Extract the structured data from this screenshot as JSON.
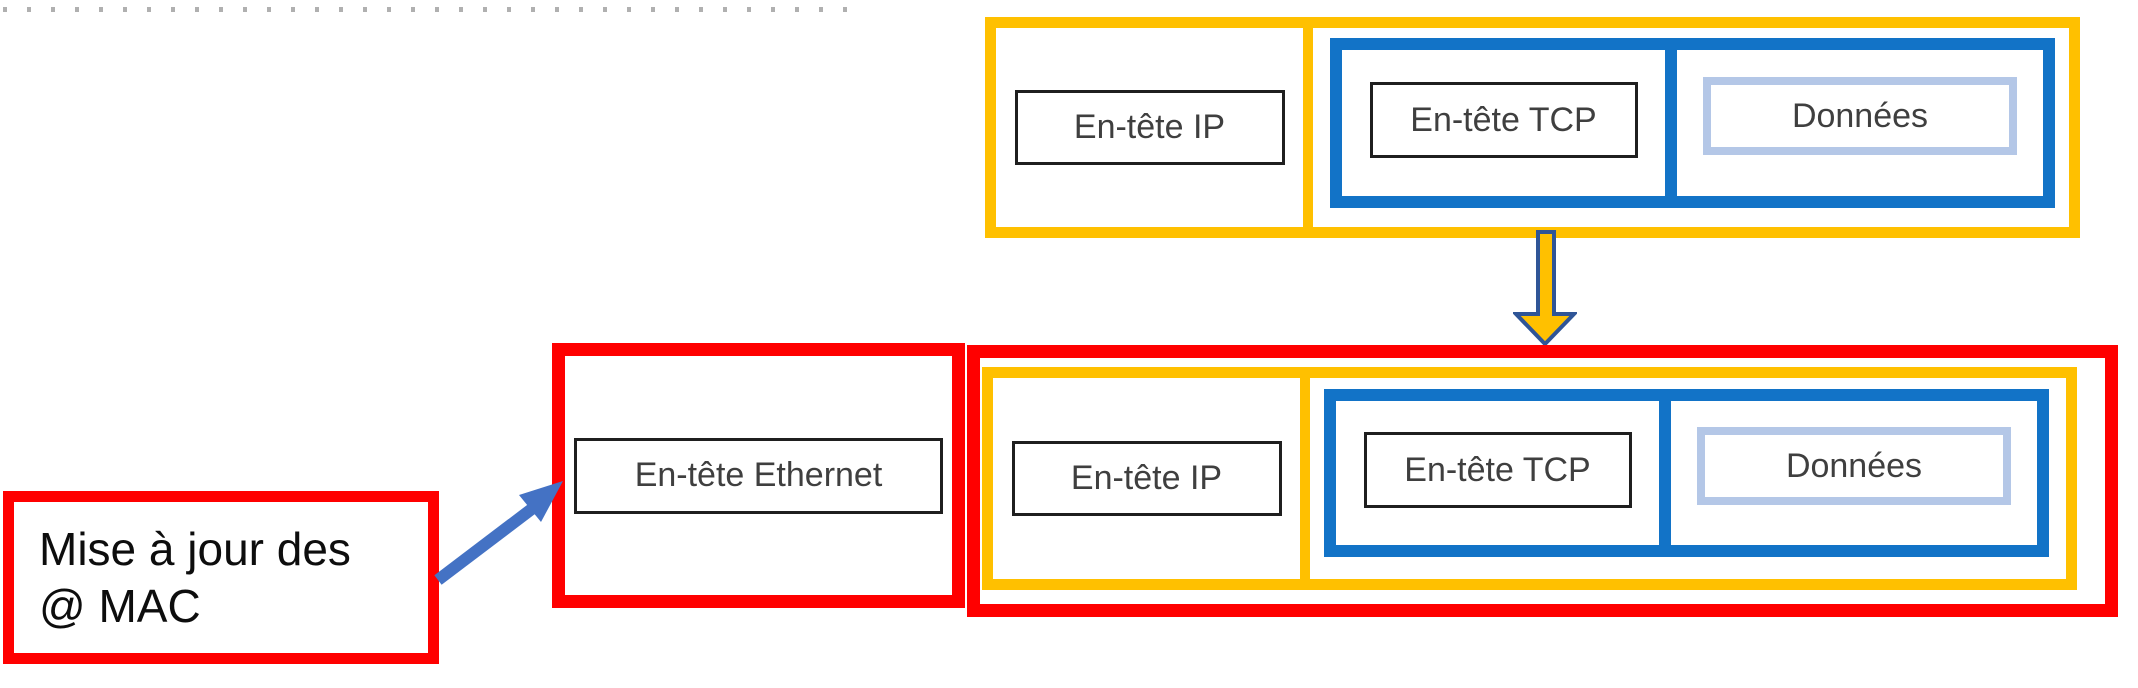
{
  "diagram": {
    "top_packet": {
      "ip_label": "En-tête IP",
      "tcp_label": "En-tête TCP",
      "data_label": "Données"
    },
    "bottom_packet": {
      "ethernet_label": "En-tête Ethernet",
      "ip_label": "En-tête IP",
      "tcp_label": "En-tête TCP",
      "data_label": "Données"
    },
    "annotation": {
      "line1": "Mise à jour des",
      "line2": "@ MAC"
    },
    "colors": {
      "yellow": "#FFC000",
      "blue": "#1273C7",
      "light_blue": "#B4C7E7",
      "red": "#FF0000",
      "arrow_blue": "#4472C4",
      "arrow_outline": "#2F5597",
      "label_text": "#3F3F3F",
      "dot_gray": "#B0B0B0"
    }
  }
}
